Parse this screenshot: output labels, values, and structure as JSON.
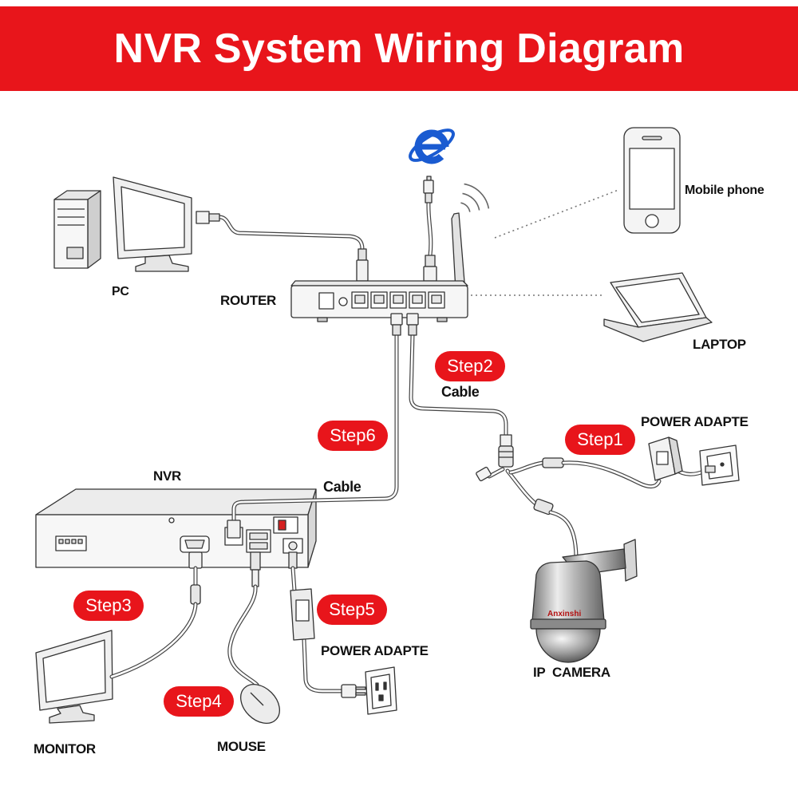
{
  "title": "NVR System Wiring Diagram",
  "colors": {
    "accent": "#e8151b",
    "text": "#111111",
    "line": "#444444",
    "brand": "#b31010",
    "browser_logo": "#1a5bd1"
  },
  "labels": {
    "mobile_phone": "Mobile phone",
    "pc": "PC",
    "router": "ROUTER",
    "laptop": "LAPTOP",
    "camera_cable": "Cable",
    "camera_power_adapter": "POWER ADAPTE",
    "nvr": "NVR",
    "nvr_cable": "Cable",
    "nvr_power_adapter": "POWER ADAPTE",
    "ip_camera": "IP  CAMERA",
    "monitor": "MONITOR",
    "mouse": "MOUSE",
    "camera_brand": "Anxinshi"
  },
  "steps": {
    "step1": "Step1",
    "step2": "Step2",
    "step3": "Step3",
    "step4": "Step4",
    "step5": "Step5",
    "step6": "Step6"
  },
  "icons": [
    "internet-explorer-icon",
    "pc-tower-icon",
    "pc-monitor-icon",
    "router-icon",
    "wifi-signal-icon",
    "mobile-phone-icon",
    "laptop-icon",
    "nvr-recorder-icon",
    "ip-camera-icon",
    "power-adapter-icon",
    "wall-outlet-icon",
    "monitor-icon",
    "mouse-icon"
  ]
}
